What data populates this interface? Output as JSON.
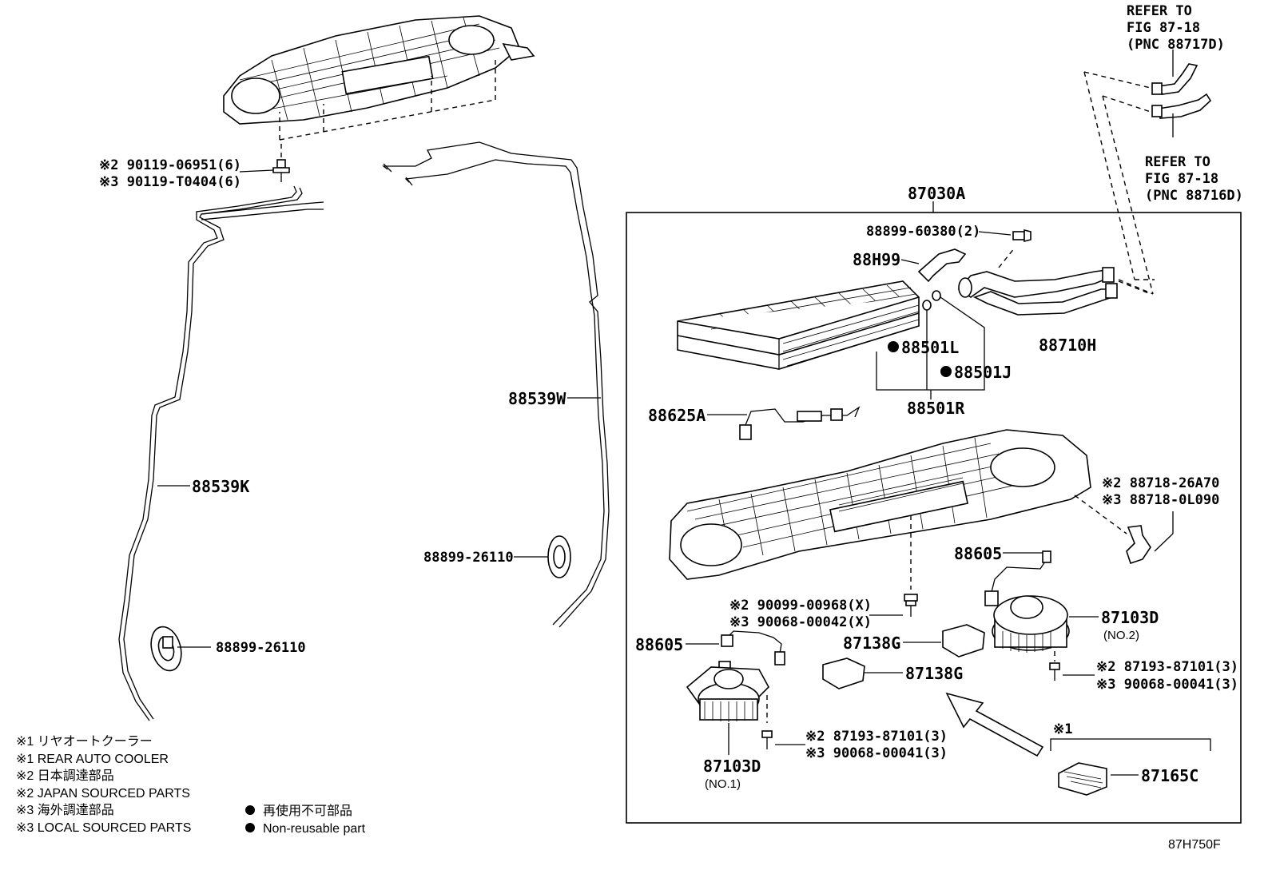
{
  "diagram_code": "87H750F",
  "callouts": {
    "refer_1": [
      "REFER TO",
      "FIG 87-18",
      "(PNC 88717D)"
    ],
    "refer_2": [
      "REFER TO",
      "FIG 87-18",
      "(PNC 88716D)"
    ],
    "p_87030A": "87030A",
    "p_88899_60380": "88899-60380(2)",
    "p_88H99": "88H99",
    "p_88710H": "88710H",
    "p_88501L": "88501L",
    "p_88501J": "88501J",
    "p_88501R": "88501R",
    "p_88625A": "88625A",
    "p_88539W": "88539W",
    "p_88539K": "88539K",
    "p_88899_26110_a": "88899-26110",
    "p_88899_26110_b": "88899-26110",
    "p_90119_06951": "※2 90119-06951(6)",
    "p_90119_T0404": "※3 90119-T0404(6)",
    "p_88718_26A70": "※2 88718-26A70",
    "p_88718_0L090": "※3 88718-0L090",
    "p_88605_a": "88605",
    "p_88605_b": "88605",
    "p_90099_00968": "※2 90099-00968(X)",
    "p_90068_00042": "※3 90068-00042(X)",
    "p_87103D_a": "87103D",
    "p_87103D_a_sub": "(NO.2)",
    "p_87103D_b": "87103D",
    "p_87103D_b_sub": "(NO.1)",
    "p_87138G_a": "87138G",
    "p_87138G_b": "87138G",
    "p_87193_a": "※2 87193-87101(3)",
    "p_90068_00041_a": "※3 90068-00041(3)",
    "p_87193_b": "※2 87193-87101(3)",
    "p_90068_00041_b": "※3 90068-00041(3)",
    "p_87165C": "87165C",
    "p_87165C_mark": "※1"
  },
  "legend": {
    "notes": [
      "※1 リヤオートクーラー",
      "※1 REAR AUTO COOLER",
      "※2 日本調達部品",
      "※2 JAPAN SOURCED PARTS",
      "※3 海外調達部品",
      "※3 LOCAL SOURCED PARTS"
    ],
    "nonreusable_jp": "再使用不可部品",
    "nonreusable_en": "Non-reusable part"
  }
}
